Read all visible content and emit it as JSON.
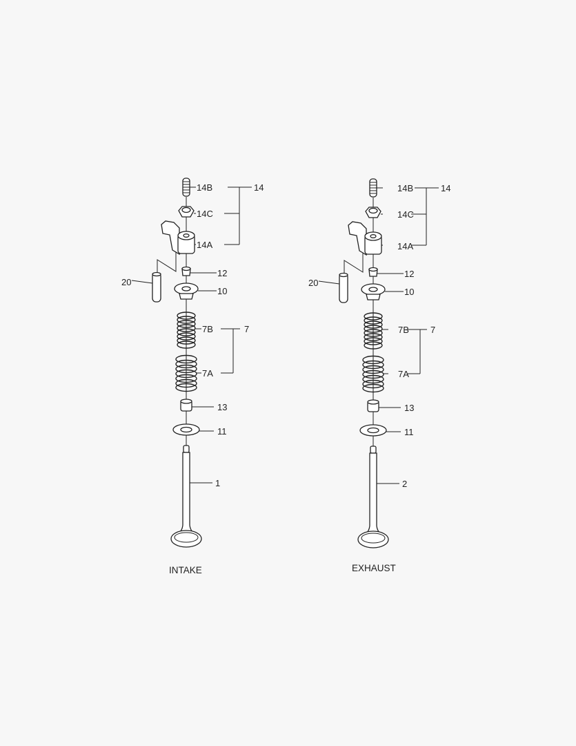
{
  "diagram": {
    "background": "#f7f7f7",
    "line_color": "#222222",
    "assemblies": [
      {
        "caption": "INTAKE",
        "labels": {
          "p14B": "14B",
          "p14C": "14C",
          "p14A": "14A",
          "p14": "14",
          "p12": "12",
          "p10": "10",
          "p20": "20",
          "p7B": "7B",
          "p7A": "7A",
          "p7": "7",
          "p13": "13",
          "p11": "11",
          "valve": "1"
        }
      },
      {
        "caption": "EXHAUST",
        "labels": {
          "p14B": "14B",
          "p14C": "14C",
          "p14A": "14A",
          "p14": "14",
          "p12": "12",
          "p10": "10",
          "p20": "20",
          "p7B": "7B",
          "p7A": "7A",
          "p7": "7",
          "p13": "13",
          "p11": "11",
          "valve": "2"
        }
      }
    ]
  }
}
